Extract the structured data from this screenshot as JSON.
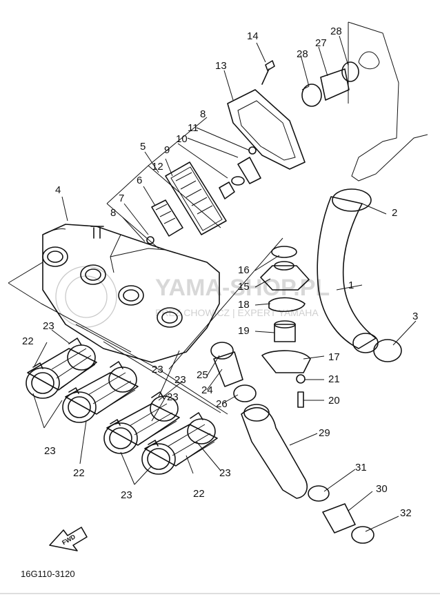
{
  "diagram": {
    "code": "16G110-3120",
    "fwd_label": "FWD",
    "watermark": {
      "main": "YAMA-SHOP.PL",
      "sub": "PREZ CHOWICZ | EXPERT YAMAHA"
    },
    "callouts": {
      "c1": "1",
      "c2": "2",
      "c3": "3",
      "c4": "4",
      "c5": "5",
      "c6": "6",
      "c7": "7",
      "c8a": "8",
      "c8b": "8",
      "c9": "9",
      "c10": "10",
      "c11": "11",
      "c12": "12",
      "c13": "13",
      "c14": "14",
      "c15": "15",
      "c16": "16",
      "c17": "17",
      "c18": "18",
      "c19": "19",
      "c20": "20",
      "c21": "21",
      "c22a": "22",
      "c22b": "22",
      "c22c": "22",
      "c23a": "23",
      "c23b": "23",
      "c23c": "23",
      "c23d": "23",
      "c23e": "23",
      "c23f": "23",
      "c23g": "23",
      "c24": "24",
      "c25": "25",
      "c26": "26",
      "c27": "27",
      "c28a": "28",
      "c28b": "28",
      "c29": "29",
      "c30": "30",
      "c31": "31",
      "c32": "32"
    }
  }
}
